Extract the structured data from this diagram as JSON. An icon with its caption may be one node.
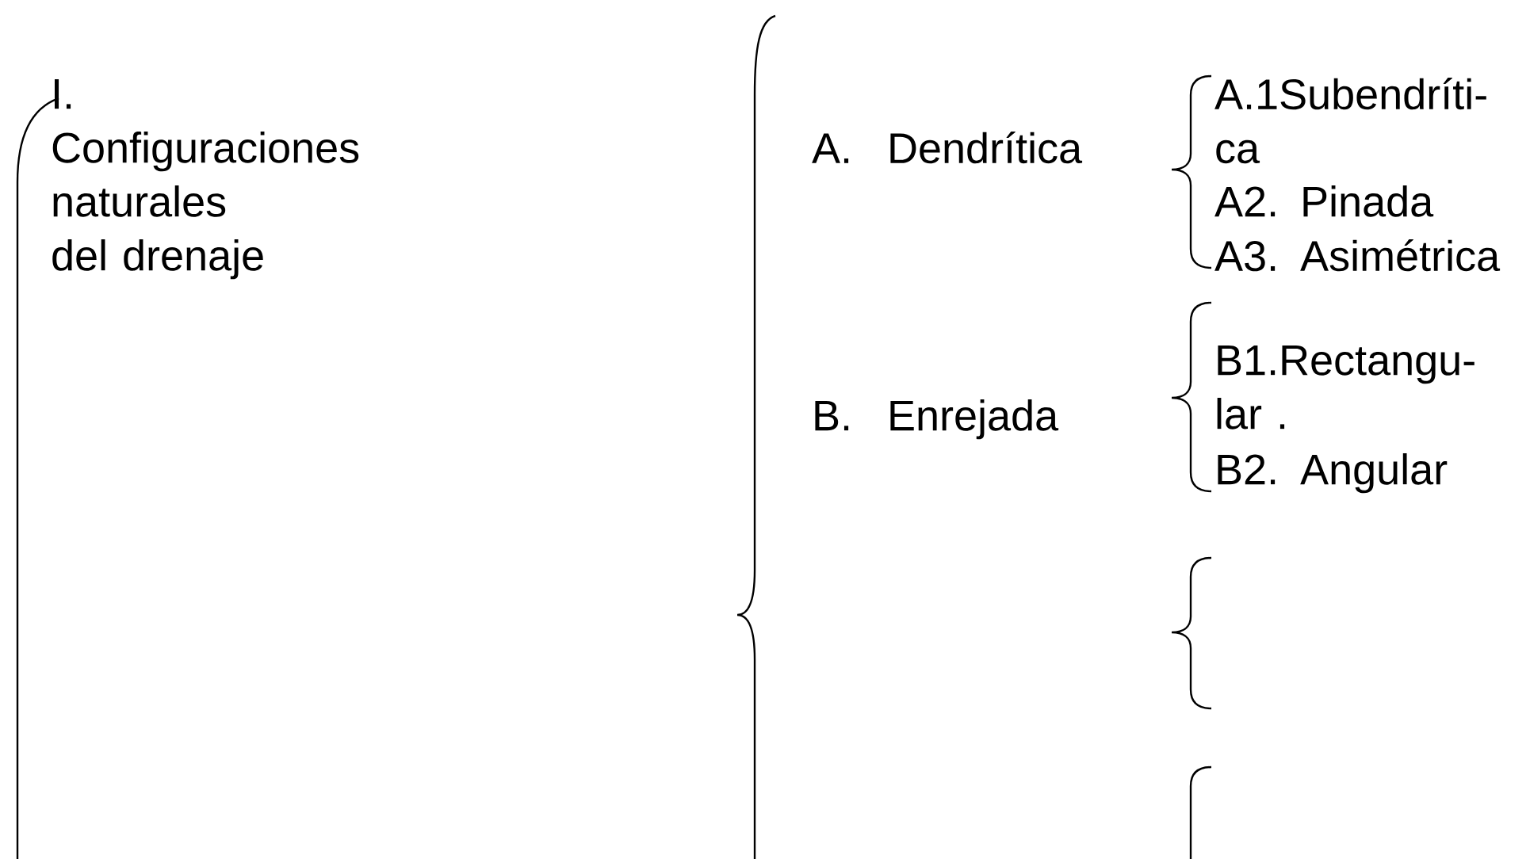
{
  "diagram": {
    "labels": [
      "I. Configuraciones naturales del drenaje",
      "A. Dendrítica",
      "A.1Subendríti- ca",
      "A2. Pinada",
      "A3. Asimétrica",
      "B. Enrejada",
      "B1.Rectangu- lar .",
      "B2. Angular"
    ]
  }
}
